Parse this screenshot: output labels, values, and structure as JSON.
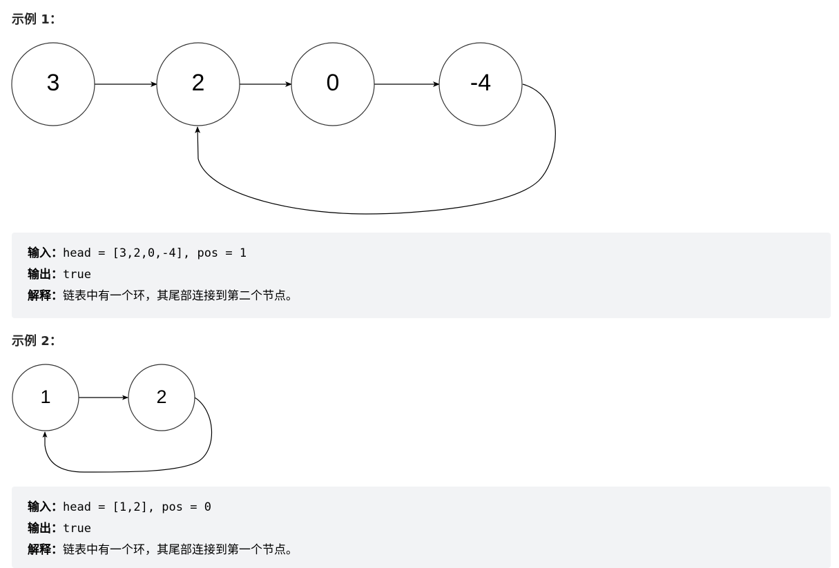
{
  "example1": {
    "title": "示例 1：",
    "nodes": [
      "3",
      "2",
      "0",
      "-4"
    ],
    "input_label": "输入：",
    "input_value": "head = [3,2,0,-4], pos = 1",
    "output_label": "输出：",
    "output_value": "true",
    "explain_label": "解释：",
    "explain_value": "链表中有一个环，其尾部连接到第二个节点。"
  },
  "example2": {
    "title": "示例 2：",
    "nodes": [
      "1",
      "2"
    ],
    "input_label": "输入：",
    "input_value": "head = [1,2], pos = 0",
    "output_label": "输出：",
    "output_value": "true",
    "explain_label": "解释：",
    "explain_value": "链表中有一个环，其尾部连接到第一个节点。"
  }
}
